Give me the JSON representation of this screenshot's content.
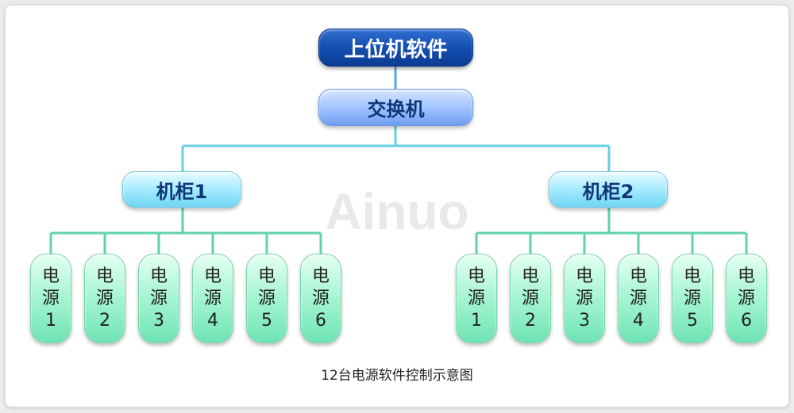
{
  "watermark": "Ainuo",
  "root_label": "上位机软件",
  "switch_label": "交换机",
  "cabinets": [
    {
      "label": "机柜1",
      "units": [
        {
          "char1": "电",
          "char2": "源",
          "num": "1"
        },
        {
          "char1": "电",
          "char2": "源",
          "num": "2"
        },
        {
          "char1": "电",
          "char2": "源",
          "num": "3"
        },
        {
          "char1": "电",
          "char2": "源",
          "num": "4"
        },
        {
          "char1": "电",
          "char2": "源",
          "num": "5"
        },
        {
          "char1": "电",
          "char2": "源",
          "num": "6"
        }
      ]
    },
    {
      "label": "机柜2",
      "units": [
        {
          "char1": "电",
          "char2": "源",
          "num": "1"
        },
        {
          "char1": "电",
          "char2": "源",
          "num": "2"
        },
        {
          "char1": "电",
          "char2": "源",
          "num": "3"
        },
        {
          "char1": "电",
          "char2": "源",
          "num": "4"
        },
        {
          "char1": "电",
          "char2": "源",
          "num": "5"
        },
        {
          "char1": "电",
          "char2": "源",
          "num": "6"
        }
      ]
    }
  ],
  "caption": "12台电源软件控制示意图",
  "colors": {
    "root": "#154fb0",
    "connector_blue": "#5aa9e6",
    "connector_cyan": "#66cfe6",
    "connector_green": "#5fd3a6"
  }
}
